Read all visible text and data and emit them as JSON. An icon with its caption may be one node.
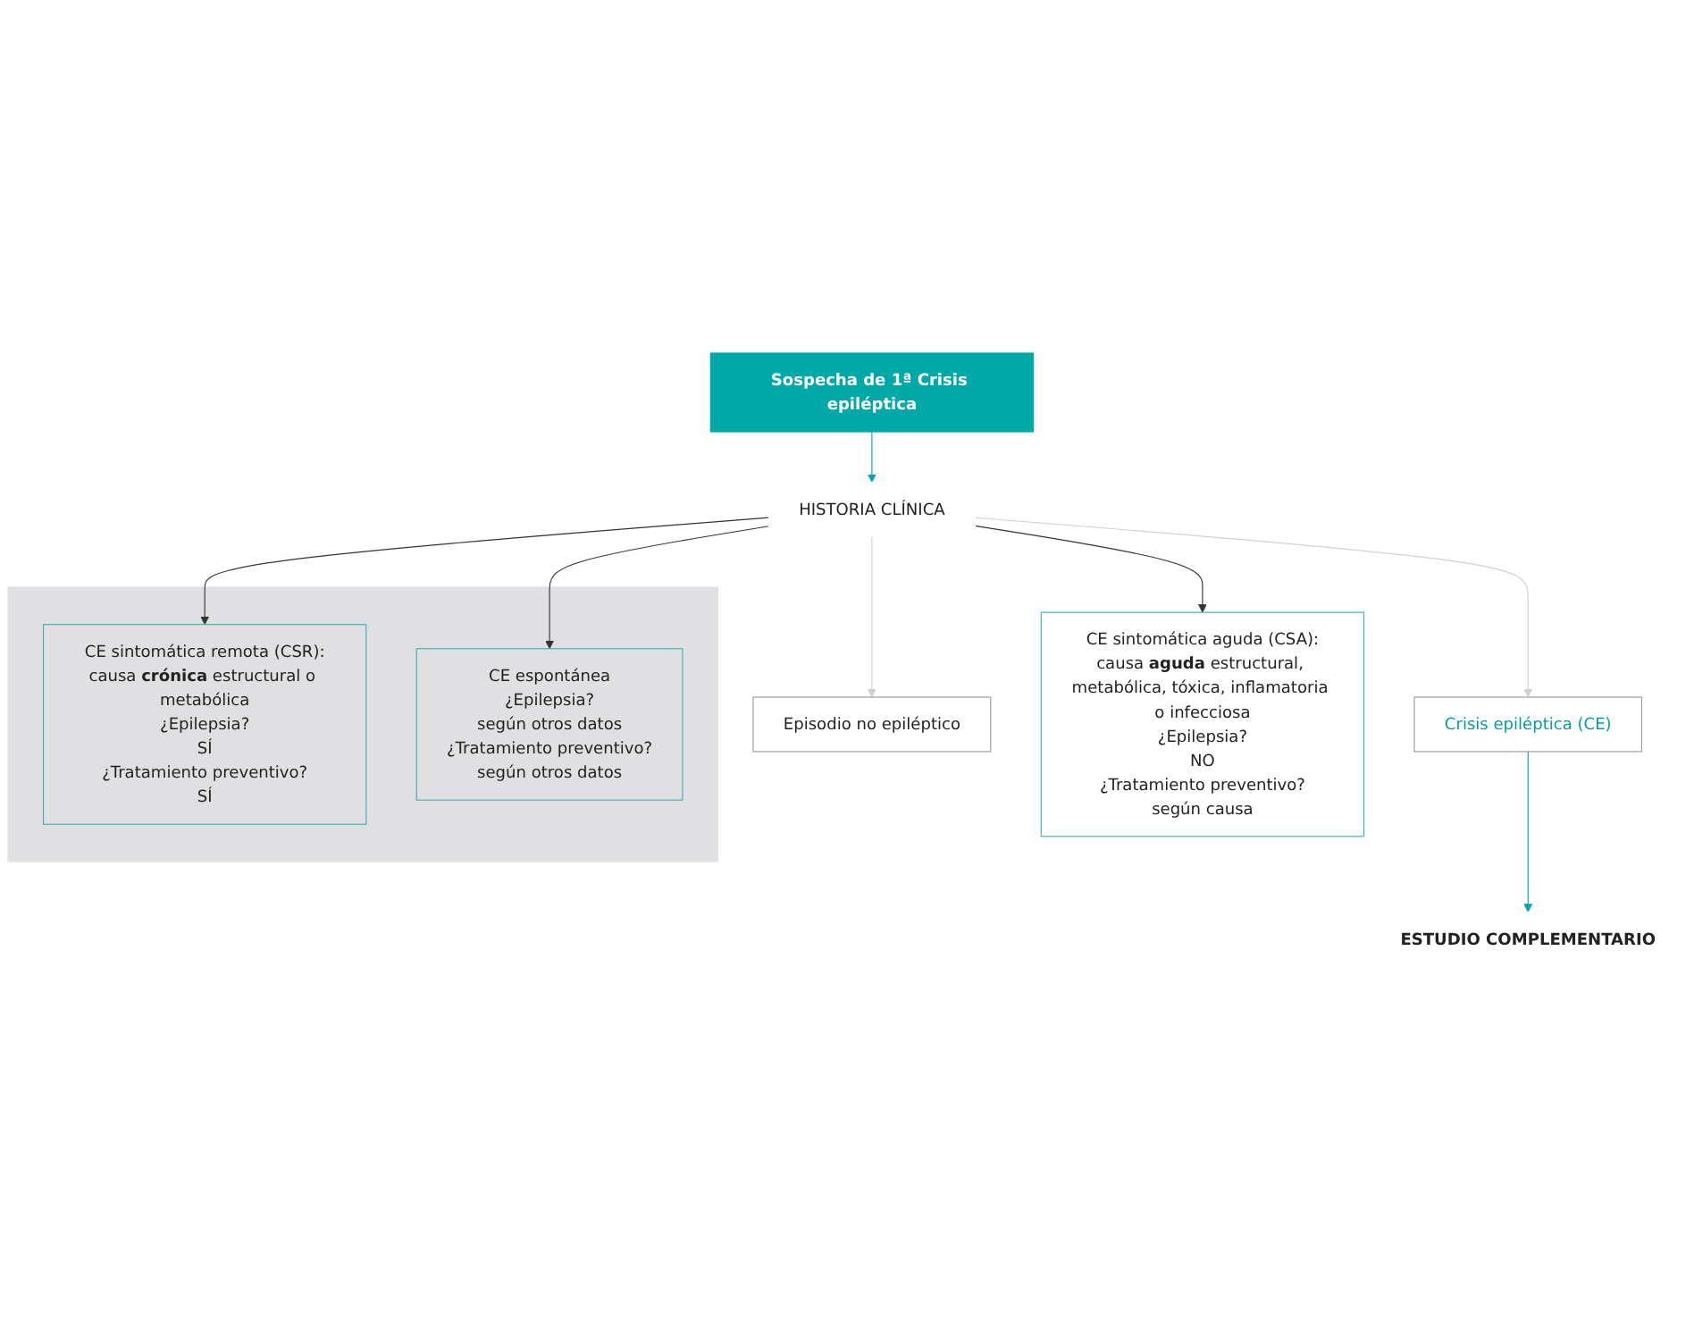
{
  "diagram": {
    "nodes": [
      {
        "text": [
          "Sospecha de 1ª Crisis epiléptica"
        ]
      },
      {
        "text": [
          "HISTORIA CLÍNICA"
        ]
      },
      {
        "text": [
          "Episodio no epiléptico"
        ]
      },
      {
        "text": [
          "Crisis epiléptica (CE)"
        ]
      },
      {
        "text": [
          "ESTUDIO COMPLEMENTARIO"
        ]
      },
      {
        "text": [
          "CE sintomática aguda (CSA):",
          "causa **aguda** estructural, metabólica, tóxica, inflamatoria o infecciosa",
          "¿Epilepsia?",
          "NO",
          "¿Tratamiento preventivo?",
          "según causa"
        ]
      },
      {
        "text": [],
        "shape": "box"
      },
      {
        "text": [
          "CE sintomática remota (CSR):",
          "causa **crónica** estructural o metabólica",
          "¿Epilepsia?",
          "SÍ",
          "¿Tratamiento preventivo?",
          "SÍ"
        ],
        "in": 6
      },
      {
        "text": [
          "CE espontánea",
          "¿Epilepsia?",
          "según otros datos",
          "¿Tratamiento preventivo?",
          "según otros datos"
        ],
        "in": 6
      }
    ],
    "edges": [
      {
        "from": 0,
        "to": 1,
        "arrow": "to",
        "color": "#00a8a8"
      },
      {
        "from": 1,
        "to": 2,
        "arrow": "to",
        "color": "#cfd0d2"
      },
      {
        "from": 1,
        "to": 3,
        "arrow": "to",
        "color": "#cfd0d2"
      },
      {
        "from": 3,
        "to": 4,
        "arrow": "to",
        "color": "#00a8a8"
      },
      {
        "from": 1,
        "to": 5,
        "arrow": "to"
      },
      {
        "from": 1,
        "to": 7,
        "arrow": "to"
      },
      {
        "from": 1,
        "to": 8,
        "arrow": "to"
      }
    ]
  }
}
